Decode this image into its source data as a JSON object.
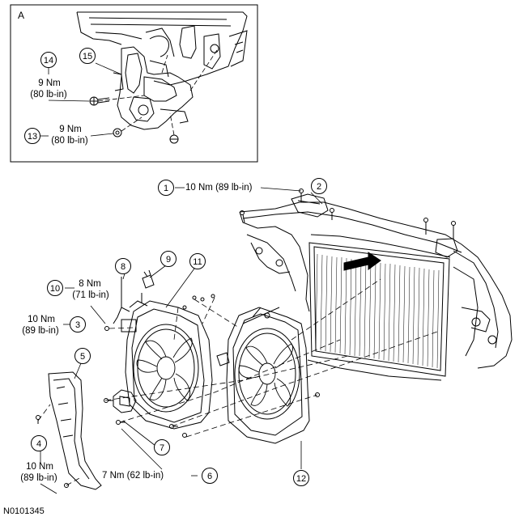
{
  "inset": {
    "letter": "A",
    "callouts": {
      "c14": {
        "num": "14",
        "torque": "9 Nm",
        "torque_lbin": "(80 lb-in)"
      },
      "c15": {
        "num": "15"
      },
      "c13": {
        "num": "13",
        "torque": "9 Nm",
        "torque_lbin": "(80 lb-in)"
      }
    }
  },
  "main": {
    "view_marker": "A",
    "callouts": {
      "c1": {
        "num": "1",
        "text": "10 Nm (89 lb-in)"
      },
      "c2": {
        "num": "2"
      },
      "c3": {
        "num": "3",
        "torque": "10 Nm",
        "torque_lbin": "(89 lb-in)"
      },
      "c4": {
        "num": "4",
        "torque": "10 Nm",
        "torque_lbin": "(89 lb-in)"
      },
      "c5": {
        "num": "5"
      },
      "c6": {
        "num": "6",
        "text": "7 Nm (62 lb-in)"
      },
      "c7": {
        "num": "7"
      },
      "c8": {
        "num": "8"
      },
      "c9": {
        "num": "9"
      },
      "c10": {
        "num": "10",
        "torque": "8 Nm",
        "torque_lbin": "(71 lb-in)"
      },
      "c11": {
        "num": "11"
      },
      "c12": {
        "num": "12"
      }
    }
  },
  "figure_id": "N0101345"
}
